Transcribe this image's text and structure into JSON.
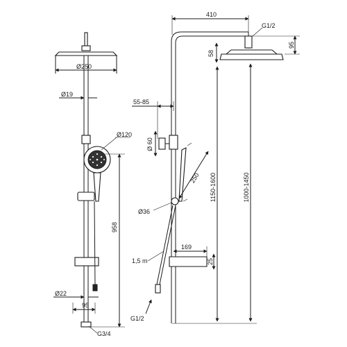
{
  "dimensions": {
    "head_diameter": "Ø250",
    "pipe_diameter": "Ø19",
    "hand_shower_diameter": "Ø120",
    "total_height": "958",
    "base_diameter": "Ø22",
    "base_offset": "95",
    "inlet_thread": "G3/4",
    "arm_length": "410",
    "head_thread": "G1/2",
    "head_drop": "95",
    "head_thickness": "58",
    "clamp_range": "55-85",
    "clamp_diameter": "Ø 60",
    "hand_shower_length": "250",
    "slider_diameter": "Ø36",
    "hose_length": "1,5 m",
    "shelf_width": "169",
    "shelf_height": "25",
    "height_range_inner": "1150-1600",
    "height_range_outer": "1000-1450",
    "bottom_thread": "G1/2"
  },
  "colors": {
    "line": "#1a1a1a",
    "background": "#ffffff"
  }
}
